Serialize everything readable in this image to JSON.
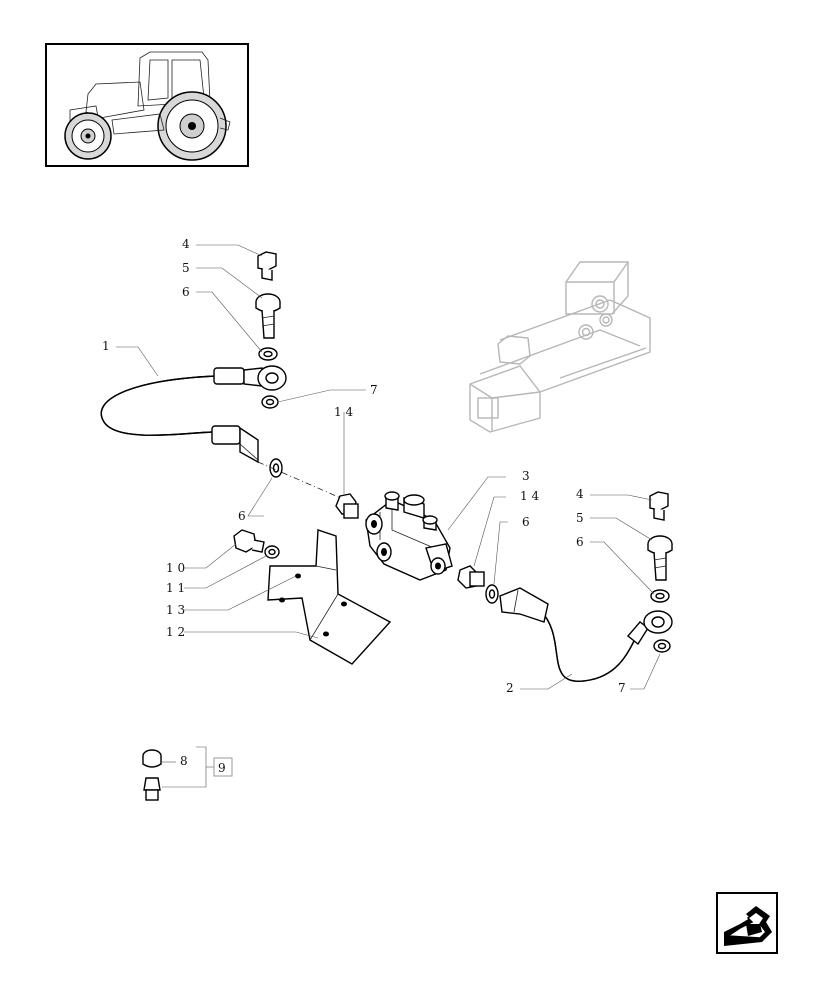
{
  "labels": {
    "l1": "1",
    "l2": "2",
    "l3": "3",
    "l4a": "4",
    "l5a": "5",
    "l6a": "6",
    "l7a": "7",
    "l14a": "1 4",
    "l6b": "6",
    "l14b": "1 4",
    "l6c": "6",
    "l4b": "4",
    "l5b": "5",
    "l6d": "6",
    "l7b": "7",
    "l10": "1 0",
    "l11": "1 1",
    "l13": "1 3",
    "l12": "1 2",
    "l8": "8",
    "l9": "9"
  },
  "icons": {
    "thumbnail": "tractor-thumbnail",
    "nav": "next-page-arrow-icon"
  },
  "colors": {
    "line": "#000000",
    "ghost": "#b7b7b7",
    "label_box": "#9a9a9a"
  }
}
